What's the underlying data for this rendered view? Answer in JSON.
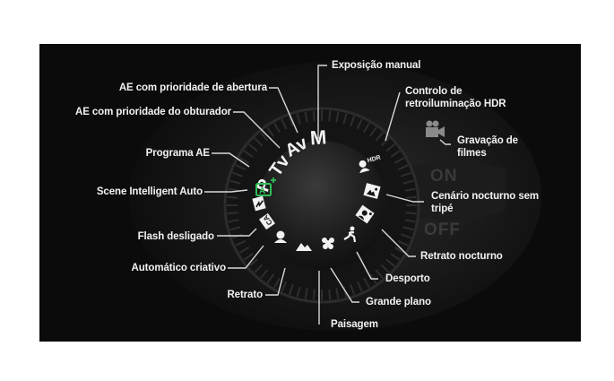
{
  "labels": {
    "aperture_priority": "AE com prioridade de abertura",
    "shutter_priority": "AE com prioridade do obturador",
    "program_ae": "Programa AE",
    "scene_intelligent_auto": "Scene Intelligent Auto",
    "flash_off": "Flash desligado",
    "creative_auto": "Automático criativo",
    "portrait": "Retrato",
    "landscape": "Paisagem",
    "close_up": "Grande plano",
    "sports": "Desporto",
    "night_portrait": "Retrato nocturno",
    "handheld_night_scene": "Cenário nocturno sem tripé",
    "hdr_backlight_control": "Controlo de retroiluminação HDR",
    "movie_shooting": "Gravação de filmes",
    "manual_exposure": "Exposição manual"
  },
  "dial_marks": {
    "m": "M",
    "av": "Av",
    "tv": "Tv",
    "p": "P"
  },
  "switch": {
    "on": "ON",
    "off": "OFF"
  },
  "colors": {
    "background": "#0b0b0b",
    "text": "#f2f2f2",
    "accent_green": "#2fbf55",
    "leader_line": "#d8d8d8"
  }
}
